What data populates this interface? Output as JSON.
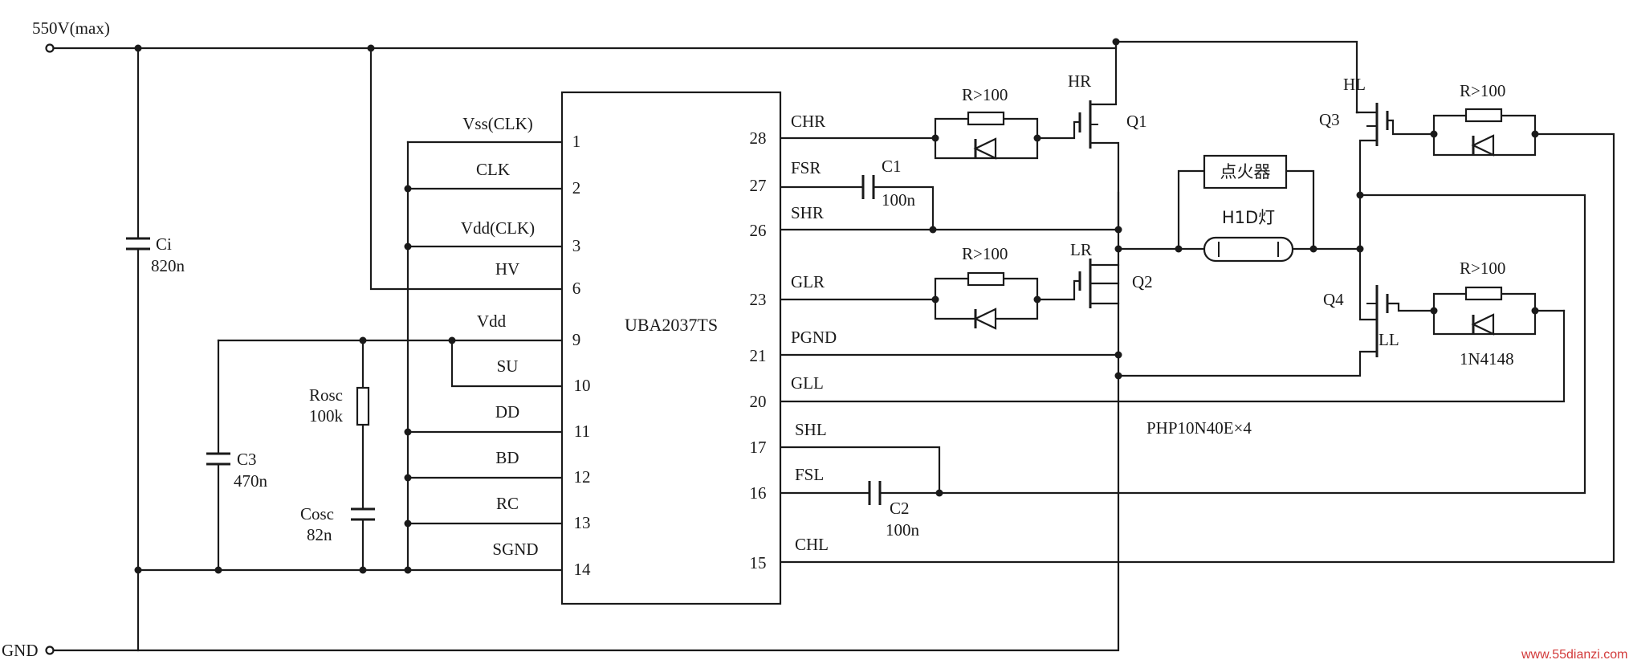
{
  "supply": {
    "voltage": "550V(max)",
    "ground": "GND"
  },
  "capacitors": {
    "ci": {
      "name": "Ci",
      "value": "820n"
    },
    "c3": {
      "name": "C3",
      "value": "470n"
    },
    "cosc": {
      "name": "Cosc",
      "value": "82n"
    },
    "c1": {
      "name": "C1",
      "value": "100n"
    },
    "c2": {
      "name": "C2",
      "value": "100n"
    }
  },
  "resistors": {
    "rosc": {
      "name": "Rosc",
      "value": "100k"
    },
    "gate_hr": "R>100",
    "gate_lr": "R>100",
    "gate_hl": "R>100",
    "gate_ll": "R>100"
  },
  "ic": {
    "name": "UBA2037TS",
    "left_pins": [
      {
        "label": "Vss(CLK)",
        "number": "1"
      },
      {
        "label": "CLK",
        "number": "2"
      },
      {
        "label": "Vdd(CLK)",
        "number": "3"
      },
      {
        "label": "HV",
        "number": "6"
      },
      {
        "label": "Vdd",
        "number": "9"
      },
      {
        "label": "SU",
        "number": "10"
      },
      {
        "label": "DD",
        "number": "11"
      },
      {
        "label": "BD",
        "number": "12"
      },
      {
        "label": "RC",
        "number": "13"
      },
      {
        "label": "SGND",
        "number": "14"
      }
    ],
    "right_pins": [
      {
        "label": "CHR",
        "number": "28"
      },
      {
        "label": "FSR",
        "number": "27"
      },
      {
        "label": "SHR",
        "number": "26"
      },
      {
        "label": "GLR",
        "number": "23"
      },
      {
        "label": "PGND",
        "number": "21"
      },
      {
        "label": "GLL",
        "number": "20"
      },
      {
        "label": "SHL",
        "number": "17"
      },
      {
        "label": "FSL",
        "number": "16"
      },
      {
        "label": "CHL",
        "number": "15"
      }
    ]
  },
  "transistors": {
    "q1": {
      "name": "Q1",
      "gate_label": "HR"
    },
    "q2": {
      "name": "Q2",
      "gate_label": "LR"
    },
    "q3": {
      "name": "Q3",
      "gate_label": "HL"
    },
    "q4": {
      "name": "Q4",
      "gate_label": "LL"
    },
    "part_note": "PHP10N40E×4"
  },
  "diode_part": "1N4148",
  "igniter": "点火器",
  "lamp": "H1D灯",
  "watermark": "www.55dianzi.com",
  "colors": {
    "line": "#1a1a1a",
    "background": "#ffffff",
    "watermark": "#d23a3a"
  }
}
